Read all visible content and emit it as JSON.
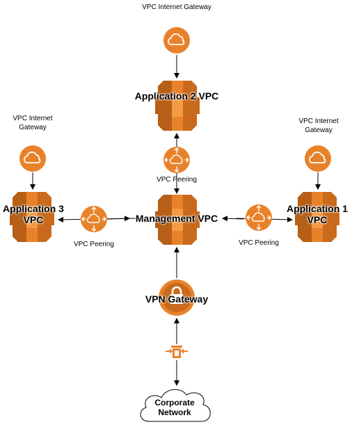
{
  "colors": {
    "orange": "#E8822A",
    "orange_dark": "#B75E17",
    "orange_light": "#F29A44",
    "line": "#000000"
  },
  "nodes": {
    "igw_top": {
      "label": "VPC Internet Gateway",
      "icon": "cloud-icon"
    },
    "igw_left": {
      "label": "VPC Internet Gateway",
      "icon": "cloud-icon"
    },
    "igw_right": {
      "label": "VPC Internet Gateway",
      "icon": "cloud-icon"
    },
    "app2": {
      "label": "Application 2 VPC",
      "icon": "vpc-icon"
    },
    "app3": {
      "label": "Application 3 VPC",
      "icon": "vpc-icon"
    },
    "app1": {
      "label": "Application 1 VPC",
      "icon": "vpc-icon"
    },
    "mgmt": {
      "label": "Management VPC",
      "icon": "vpc-icon"
    },
    "peer_top": {
      "label": "VPC Peering",
      "icon": "peering-icon"
    },
    "peer_left": {
      "label": "VPC Peering",
      "icon": "peering-icon"
    },
    "peer_right": {
      "label": "VPC Peering",
      "icon": "peering-icon"
    },
    "vpn": {
      "label": "VPN Gateway",
      "icon": "vpn-lock-icon"
    },
    "customer_gw": {
      "icon": "customer-gateway-icon"
    },
    "corp": {
      "label": "Corporate Network",
      "icon": "cloud-outline-icon"
    }
  }
}
